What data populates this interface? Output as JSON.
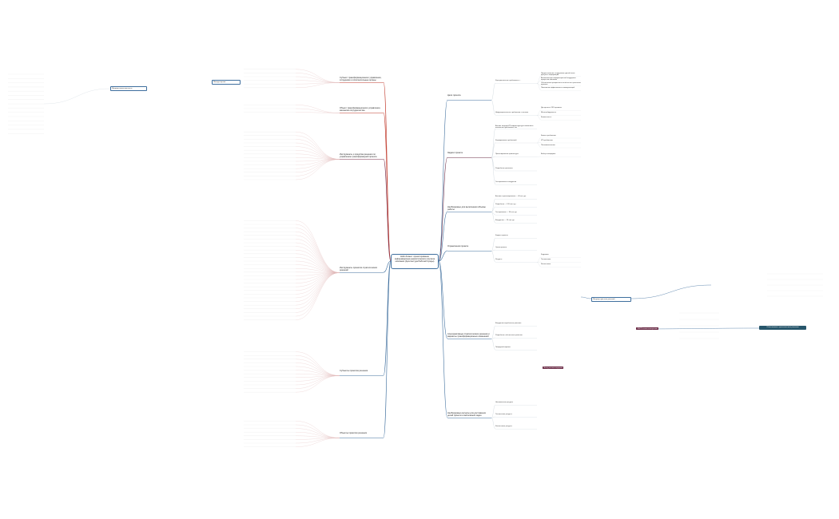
{
  "root": "Кейс-бизнес: проектирование информационно-аналитического портала компании (Архитектура Рабочей Среды)",
  "right_branches": [
    {
      "label": "Цели проекта",
      "color": "#3f6f9e",
      "children": [
        {
          "label": "Функциональные требования к ...",
          "leaves": [
            "Предоставление сотрудникам единой точки доступа к информации",
            "Автоматизация информационной поддержки процессов компании",
            "Обеспечение прозрачности отчётности в реальном времени",
            "Повышение эффективности коммуникаций"
          ]
        },
        {
          "label": "Нефункциональные требования к системе",
          "leaves": [
            "Доступность 99% времени",
            "Масштабируемость",
            "Безопасность"
          ]
        }
      ]
    },
    {
      "label": "Задачи проекта",
      "color": "#6a2a45",
      "children": [
        {
          "label": "Анализ текущей ИТ-инфраструктуры компании и выявление проблемных зон",
          "leaves": []
        },
        {
          "label": "Формирование требований",
          "leaves": [
            "Бизнес-требования",
            "ИТ-требования",
            "Пользовательские"
          ]
        },
        {
          "label": "Проектирование архитектуры",
          "leaves": [
            "Выбор платформы"
          ]
        },
        {
          "label": "Разработка прототипа",
          "leaves": []
        },
        {
          "label": "Тестирование и внедрение",
          "leaves": []
        }
      ]
    },
    {
      "label": "Необходимые для выполнения объемы работы",
      "color": "#3f6f9e",
      "children": [
        {
          "label": "Анализ и проектирование — 40 чел.-дн.",
          "leaves": []
        },
        {
          "label": "Разработка — 120 чел.-дн.",
          "leaves": []
        },
        {
          "label": "Тестирование — 30 чел.-дн.",
          "leaves": []
        },
        {
          "label": "Внедрение — 20 чел.-дн.",
          "leaves": []
        }
      ]
    },
    {
      "label": "Ограничения проекта",
      "color": "#3f6f9e",
      "children": [
        {
          "label": "Бюджет проекта",
          "leaves": []
        },
        {
          "label": "Сроки проекта",
          "leaves": []
        },
        {
          "label": "Ресурсы",
          "leaves": [
            "Кадровые",
            "Технические",
            "Финансовые"
          ]
        }
      ]
    },
    {
      "label": "Альтернативные стратегические решения и варианты трансформационных изменений",
      "color": "#3f6f9e",
      "children": [
        {
          "label": "Внедрение коробочного решения",
          "leaves": []
        },
        {
          "label": "Разработка собственного решения",
          "leaves": []
        },
        {
          "label": "Гибридный вариант",
          "leaves": []
        }
      ]
    },
    {
      "label": "Необходимые ресурсы для достижения целей проекта и выполнения задач",
      "color": "#3f6f9e",
      "children": [
        {
          "label": "Человеческие ресурсы",
          "leaves": []
        },
        {
          "label": "Технические ресурсы",
          "leaves": []
        },
        {
          "label": "Финансовые ресурсы",
          "leaves": []
        }
      ]
    }
  ],
  "left_branches": [
    {
      "label": "Субъект трансформационного управления, сотрудники и исполнительные органы",
      "color": "#c0392b"
    },
    {
      "label": "Объект трансформационного управления, механизм сотрудничества",
      "color": "#c0392b"
    },
    {
      "label": "Инструменты и средства решения по управлению трансформацией проекта",
      "color": "#7a2e4a"
    },
    {
      "label": "Инструменты принятия стратегических решений",
      "color": "#3f6f9e"
    },
    {
      "label": "Субъекты принятия решения",
      "color": "#3f6f9e"
    },
    {
      "label": "Объекты принятия решения",
      "color": "#3f6f9e"
    }
  ],
  "tags": {
    "tag1": "SWOT-анализ альтернатив",
    "tag2": "Метод анализа иерархий",
    "tag3": "Матрица принятия решений",
    "final": "Обоснование стратегического решения"
  },
  "left_box": "Матрица ответственности",
  "mid_box": "Методы оценки"
}
